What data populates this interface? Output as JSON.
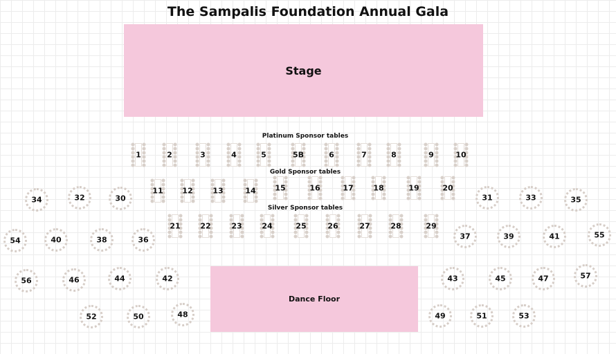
{
  "title": "The Sampalis Foundation Annual Gala",
  "colors": {
    "zone": "#f5c8dc",
    "seat": "#d8d0ca",
    "text": "#111111"
  },
  "zones": {
    "stage": "Stage",
    "dance_floor": "Dance Floor"
  },
  "sections": {
    "platinum": "Platinum Sponsor tables",
    "gold": "Gold Sponsor tables",
    "silver": "Silver Sponsor tables"
  },
  "platinum_tables": [
    "1",
    "2",
    "3",
    "4",
    "5",
    "5B",
    "6",
    "7",
    "8",
    "9",
    "10"
  ],
  "gold_tables": [
    "11",
    "12",
    "13",
    "14",
    "15",
    "16",
    "17",
    "18",
    "19",
    "20"
  ],
  "silver_tables": [
    "21",
    "22",
    "23",
    "24",
    "25",
    "26",
    "27",
    "28",
    "29"
  ],
  "round_tables_left": [
    "34",
    "32",
    "30",
    "54",
    "40",
    "38",
    "36",
    "56",
    "46",
    "44",
    "42",
    "52",
    "50",
    "48"
  ],
  "round_tables_right": [
    "31",
    "33",
    "35",
    "37",
    "39",
    "41",
    "55",
    "43",
    "45",
    "47",
    "57",
    "49",
    "51",
    "53"
  ]
}
